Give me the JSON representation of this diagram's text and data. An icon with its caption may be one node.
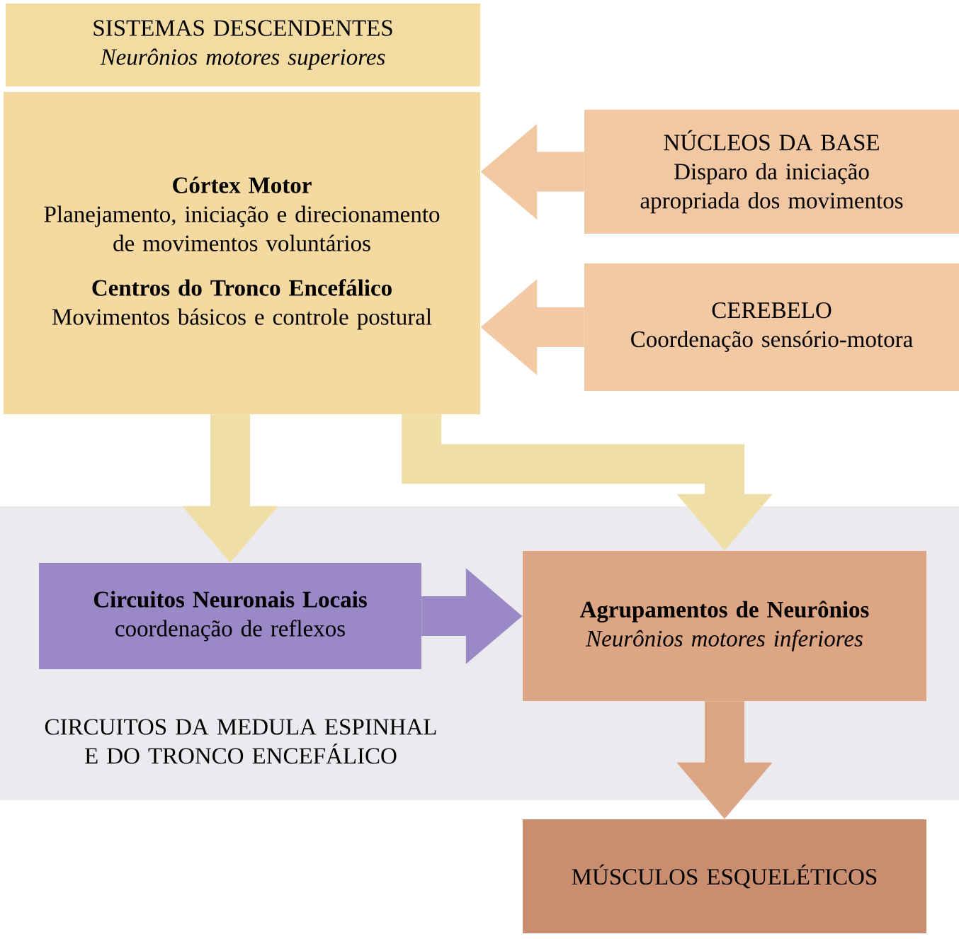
{
  "diagram": {
    "nodes": [
      {
        "text": [
          "SISTEMAS DESCENDENTES",
          "Neurônios motores superiores"
        ]
      },
      {
        "text": [
          "Córtex Motor",
          "Planejamento, iniciação e direcionamento de movimentos voluntários",
          "Centros do Tronco Encefálico",
          "Movimentos básicos e controle postural"
        ]
      },
      {
        "text": [
          "NÚCLEOS DA BASE",
          "Disparo da iniciação apropriada dos movimentos"
        ]
      },
      {
        "text": [
          "CEREBELO",
          "Coordenação sensório-motora"
        ]
      },
      {
        "text": [
          "CIRCUITOS DA MEDULA ESPINHAL E DO TRONCO ENCEFÁLICO"
        ]
      },
      {
        "text": [
          "Circuitos Neuronais Locais",
          "coordenação de reflexos"
        ],
        "in": 4
      },
      {
        "text": [
          "Agrupamentos de Neurônios",
          "Neurônios motores inferiores"
        ],
        "in": 4
      },
      {
        "text": [
          "MÚSCULOS ESQUELÉTICOS"
        ]
      }
    ],
    "edges": [
      {
        "from": 2,
        "to": 1,
        "arrow": "to",
        "color": "#f2c8a2"
      },
      {
        "from": 3,
        "to": 1,
        "arrow": "to",
        "color": "#f3c9a4"
      },
      {
        "from": 1,
        "to": 5,
        "arrow": "to",
        "color": "#efdea6"
      },
      {
        "from": 1,
        "to": 6,
        "arrow": "to",
        "color": "#efdea6"
      },
      {
        "from": 5,
        "to": 6,
        "arrow": "to",
        "color": "#9b88c6"
      },
      {
        "from": 6,
        "to": 7,
        "arrow": "to",
        "color": "#dca584"
      }
    ]
  }
}
